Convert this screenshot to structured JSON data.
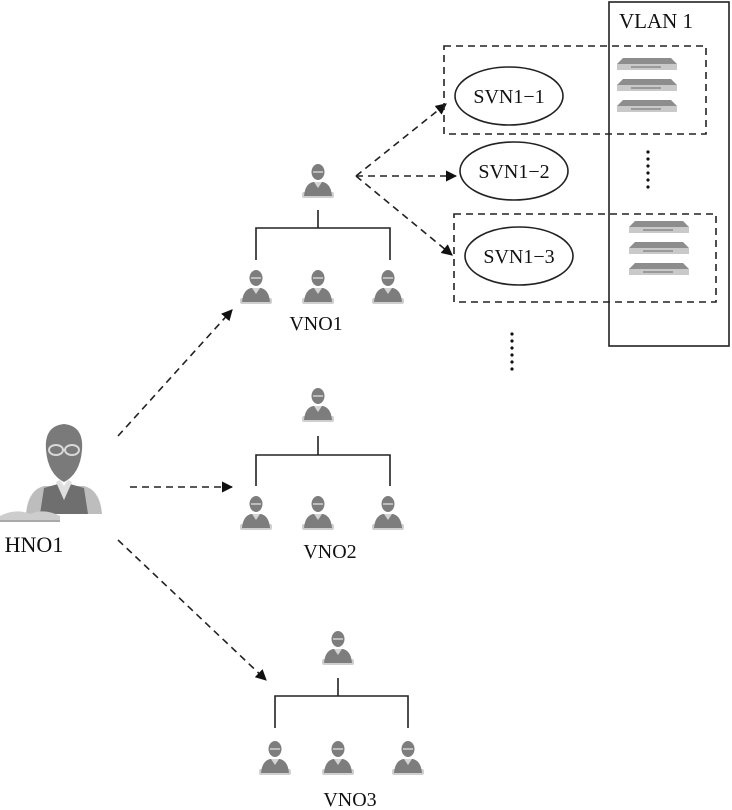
{
  "diagram": {
    "hno": {
      "label": "HNO1"
    },
    "vnos": [
      {
        "label": "VNO1"
      },
      {
        "label": "VNO2"
      },
      {
        "label": "VNO3"
      }
    ],
    "svns": [
      {
        "label": "SVN1−1"
      },
      {
        "label": "SVN1−2"
      },
      {
        "label": "SVN1−3"
      }
    ],
    "vlan": {
      "label": "VLAN 1"
    },
    "ellipsis": "⋮",
    "colors": {
      "person_dark": "#7a7a7a",
      "person_light": "#c4c4c4",
      "line": "#222222",
      "server": "#9a9a9a"
    },
    "icons": {
      "person": "person-icon",
      "server": "server-icon"
    }
  }
}
